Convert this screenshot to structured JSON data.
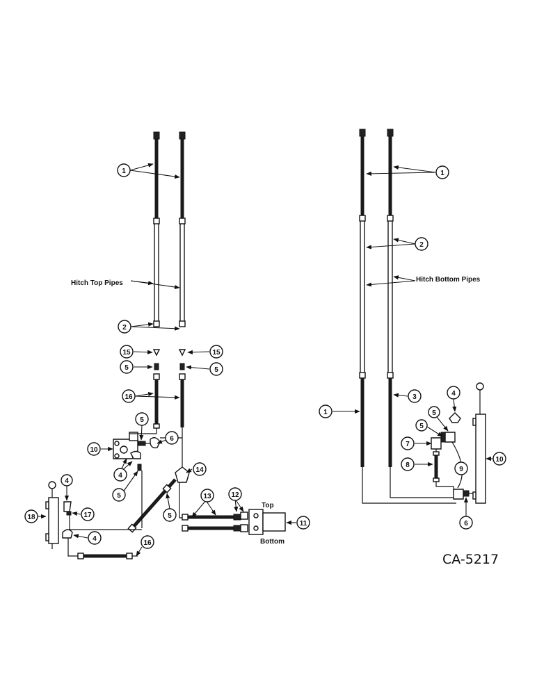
{
  "figure_id": "CA-5217",
  "labels": {
    "hitch_top_pipes": "Hitch Top Pipes",
    "hitch_bottom_pipes": "Hitch Bottom Pipes",
    "top": "Top",
    "bottom": "Bottom"
  },
  "callouts": {
    "left": {
      "c1": "1",
      "c2": "2",
      "c15a": "15",
      "c15b": "15",
      "c5a": "5",
      "c5b": "5",
      "c16a": "16",
      "c5c": "5",
      "c6": "6",
      "c10": "10",
      "c4a": "4",
      "c5d": "5",
      "c14": "14",
      "c4b": "4",
      "c17": "17",
      "c18": "18",
      "c4c": "4",
      "c5e": "5",
      "c13": "13",
      "c12": "12",
      "c11": "11",
      "c16b": "16"
    },
    "right": {
      "c1a": "1",
      "c2": "2",
      "c1b": "1",
      "c3": "3",
      "c4": "4",
      "c5a": "5",
      "c5b": "5",
      "c7": "7",
      "c8": "8",
      "c9": "9",
      "c10": "10",
      "c6": "6"
    }
  },
  "colors": {
    "ink": "#111111",
    "paper": "#ffffff"
  }
}
